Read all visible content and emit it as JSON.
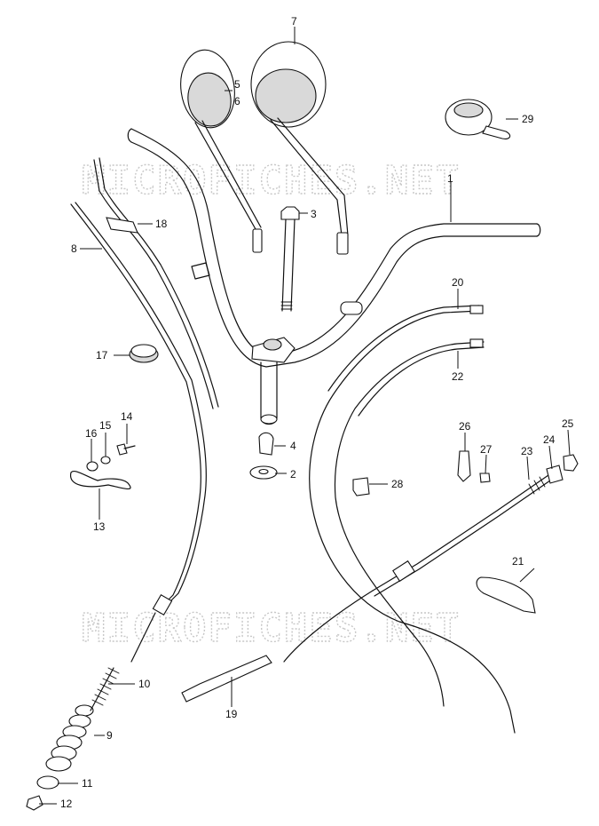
{
  "watermark": {
    "text": "MICROFICHES.NET"
  },
  "callouts": {
    "c1": "1",
    "c2": "2",
    "c3": "3",
    "c4": "4",
    "c5": "5",
    "c6": "6",
    "c7": "7",
    "c8": "8",
    "c9": "9",
    "c10": "10",
    "c11": "11",
    "c12": "12",
    "c13": "13",
    "c14": "14",
    "c15": "15",
    "c16": "16",
    "c17": "17",
    "c18": "18",
    "c19": "19",
    "c20": "20",
    "c21": "21",
    "c22": "22",
    "c23": "23",
    "c24": "24",
    "c25": "25",
    "c26": "26",
    "c27": "27",
    "c28": "28",
    "c29": "29"
  }
}
